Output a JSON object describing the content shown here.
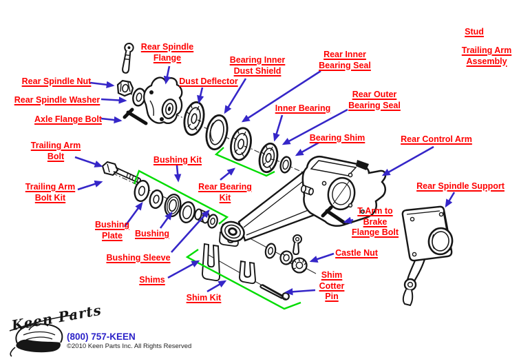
{
  "title": "Rear Control Arm exploded parts diagram",
  "colors": {
    "label_red": "#FE0000",
    "arrow_blue": "#3526C8",
    "kit_green": "#00DC00",
    "ink": "#161616",
    "background": "#FFFFFF"
  },
  "labels": {
    "flange": {
      "l1": "Rear Spindle",
      "l2": "Flange"
    },
    "dust_shield": {
      "l1": "Bearing Inner",
      "l2": "Dust Shield"
    },
    "inner_seal": {
      "l1": "Rear Inner",
      "l2": "Bearing Seal"
    },
    "stud": {
      "l1": "Stud"
    },
    "trailing_assembly": {
      "l1": "Trailing Arm",
      "l2": "Assembly"
    },
    "spindle_nut": {
      "l1": "Rear Spindle Nut"
    },
    "dust_deflector": {
      "l1": "Dust Deflector"
    },
    "spindle_washer": {
      "l1": "Rear Spindle Washer"
    },
    "outer_seal": {
      "l1": "Rear Outer",
      "l2": "Bearing Seal"
    },
    "axle_bolt": {
      "l1": "Axle Flange Bolt"
    },
    "inner_bearing": {
      "l1": "Inner Bearing"
    },
    "bearing_shim": {
      "l1": "Bearing Shim"
    },
    "control_arm": {
      "l1": "Rear Control Arm"
    },
    "trailing_bolt": {
      "l1": "Trailing Arm",
      "l2": "Bolt"
    },
    "bushing_kit": {
      "l1": "Bushing Kit"
    },
    "trailing_bolt_kit": {
      "l1": "Trailing Arm",
      "l2": "Bolt Kit"
    },
    "bearing_kit": {
      "l1": "Rear Bearing",
      "l2": "Kit"
    },
    "spindle_support": {
      "l1": "Rear Spindle Support"
    },
    "tarm_bolt": {
      "l1": "T-Arm to",
      "l2": "Brake",
      "l3": "Flange Bolt"
    },
    "bushing_plate": {
      "l1": "Bushing",
      "l2": "Plate"
    },
    "bushing": {
      "l1": "Bushing"
    },
    "castle_nut": {
      "l1": "Castle Nut"
    },
    "bushing_sleeve": {
      "l1": "Bushing Sleeve"
    },
    "shims": {
      "l1": "Shims"
    },
    "cotter_pin": {
      "l1": "Shim",
      "l2": "Cotter",
      "l3": "Pin"
    },
    "shim_kit": {
      "l1": "Shim Kit"
    }
  },
  "footer": {
    "logo_script": "Keen Parts",
    "phone": "(800) 757-KEEN",
    "copyright": "©2010 Keen Parts Inc. All Rights Reserved"
  }
}
